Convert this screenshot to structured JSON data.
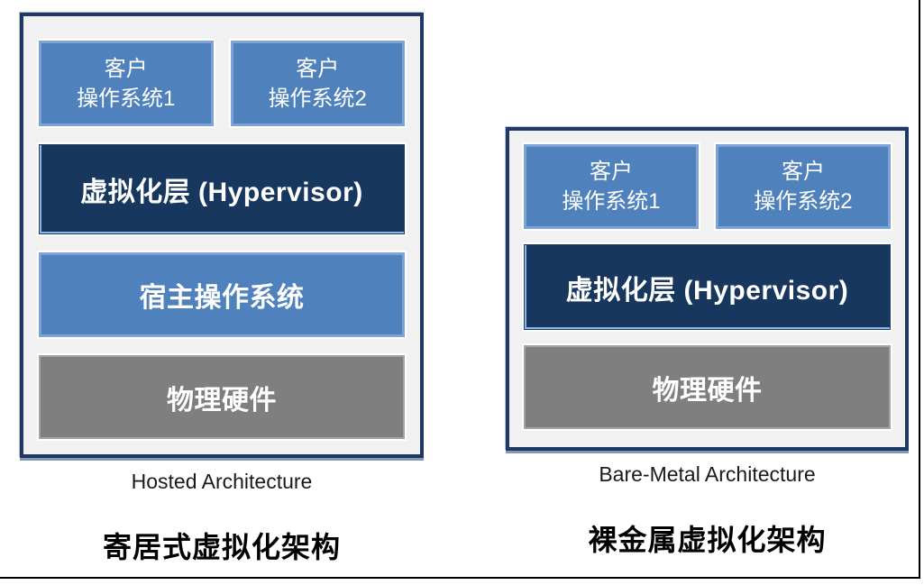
{
  "colors": {
    "blue_box": "#4f81bd",
    "blue_box_border": "#7da3d6",
    "navy_box": "#17375e",
    "navy_box_highlight": "#8eb4e3",
    "gray_box": "#7f7f7f",
    "container_border": "#1f3864",
    "container_bg": "#f1f1f1",
    "box_text": "#ffffff",
    "frame": "#000000"
  },
  "diagrams": [
    {
      "name": "Hosted",
      "guest_os": [
        "客户\n操作系统1",
        "客户\n操作系统2"
      ],
      "hypervisor_label": "虚拟化层 (Hypervisor)",
      "host_os_label": "宿主操作系统",
      "hardware_label": "物理硬件",
      "caption_en": "Hosted Architecture",
      "caption_zh": "寄居式虚拟化架构"
    },
    {
      "name": "Bare-Metal",
      "guest_os": [
        "客户\n操作系统1",
        "客户\n操作系统2"
      ],
      "hypervisor_label": "虚拟化层 (Hypervisor)",
      "hardware_label": "物理硬件",
      "caption_en": "Bare-Metal Architecture",
      "caption_zh": "裸金属虚拟化架构"
    }
  ]
}
